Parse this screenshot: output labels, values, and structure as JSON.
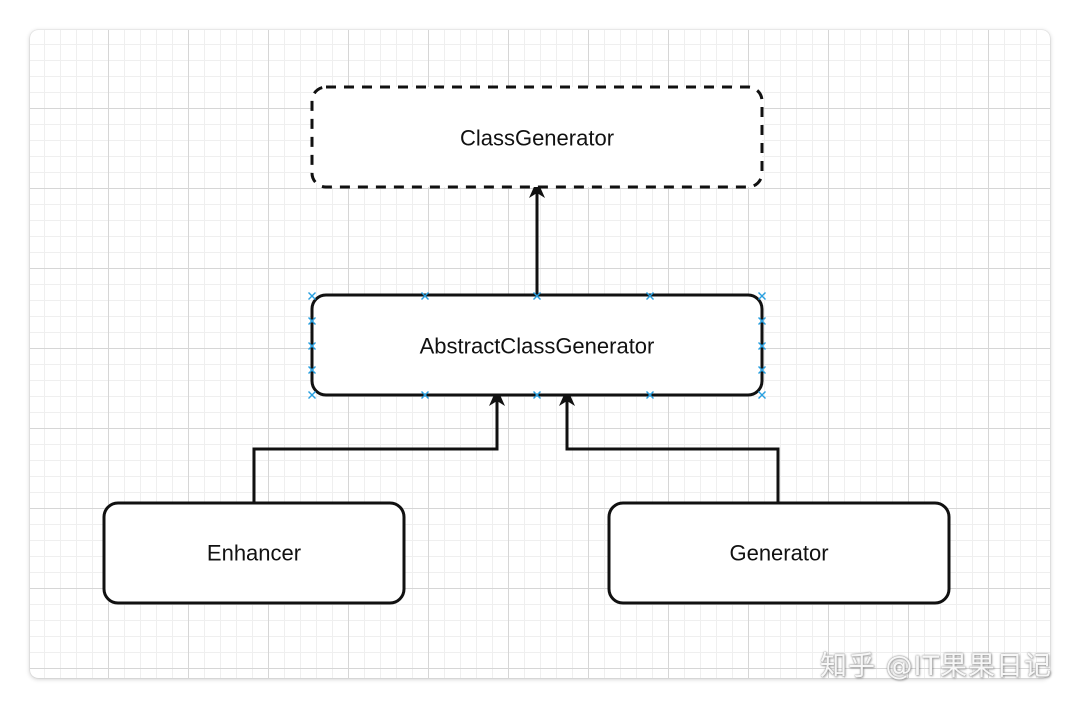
{
  "nodes": {
    "class_generator": "ClassGenerator",
    "abstract_class_generator": "AbstractClassGenerator",
    "enhancer": "Enhancer",
    "generator": "Generator"
  },
  "watermark": "知乎 @IT果果日记",
  "colors": {
    "stroke": "#111111",
    "selection_handles": "#29a0e0",
    "grid": "#d6d6d6"
  }
}
